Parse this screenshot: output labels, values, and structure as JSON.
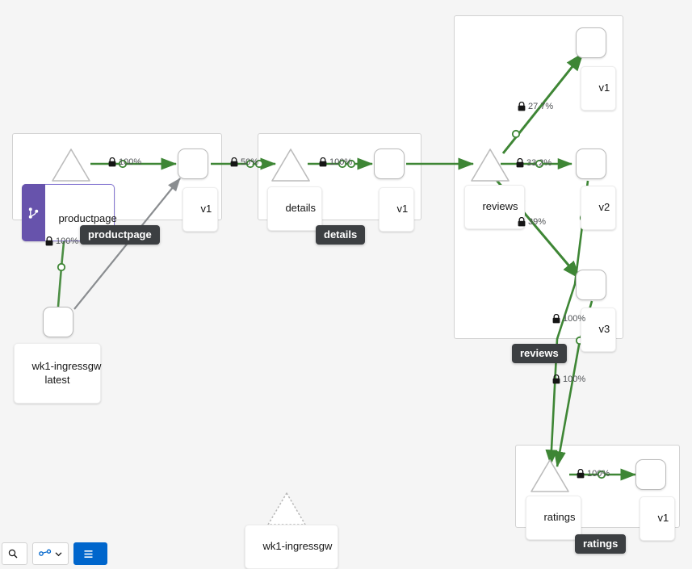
{
  "canvas": {
    "background": "#f5f5f5",
    "edge_color": "#3e8635",
    "edge_color_idle": "#8a8d90",
    "group_border": "#d2d2d2",
    "node_border": "#bcbcbc",
    "badge_color": "#6753ac",
    "tooltip_bg": "#3c3f42"
  },
  "groups": [
    {
      "id": "productpage",
      "label": "productpage"
    },
    {
      "id": "details",
      "label": "details"
    },
    {
      "id": "reviews",
      "label": "reviews"
    },
    {
      "id": "ratings",
      "label": "ratings"
    }
  ],
  "nodes": {
    "productpage_service": {
      "label": "productpage",
      "type": "service",
      "badge": "virtual-service-icon"
    },
    "productpage_v1": {
      "label": "v1",
      "type": "workload"
    },
    "details_service": {
      "label": "details",
      "type": "service"
    },
    "details_v1": {
      "label": "v1",
      "type": "workload"
    },
    "reviews_service": {
      "label": "reviews",
      "type": "service"
    },
    "reviews_v1": {
      "label": "v1",
      "type": "workload"
    },
    "reviews_v2": {
      "label": "v2",
      "type": "workload"
    },
    "reviews_v3": {
      "label": "v3",
      "type": "workload"
    },
    "ratings_service": {
      "label": "ratings",
      "type": "service"
    },
    "ratings_v1": {
      "label": "v1",
      "type": "workload"
    },
    "ingressgw_workload": {
      "label": "wk1-ingressgw\nlatest",
      "type": "workload"
    },
    "ingressgw_service": {
      "label": "wk1-ingressgw",
      "type": "service",
      "state": "idle"
    }
  },
  "edges": [
    {
      "id": "gw-to-productpage-svc",
      "label": "100%",
      "secured": true,
      "color": "#3e8635"
    },
    {
      "id": "gw-to-productpage-v1",
      "label": "",
      "secured": false,
      "color": "#8a8d90"
    },
    {
      "id": "productpage-svc-to-v1",
      "label": "100%",
      "secured": true,
      "color": "#3e8635"
    },
    {
      "id": "productpage-v1-to-details-svc",
      "label": "50%",
      "secured": true,
      "color": "#3e8635"
    },
    {
      "id": "details-svc-to-v1",
      "label": "100%",
      "secured": true,
      "color": "#3e8635"
    },
    {
      "id": "details-v1-to-reviews-svc",
      "label": "",
      "secured": false,
      "color": "#3e8635"
    },
    {
      "id": "reviews-svc-to-v1",
      "label": "27.7%",
      "secured": true,
      "color": "#3e8635"
    },
    {
      "id": "reviews-svc-to-v2",
      "label": "33.2%",
      "secured": true,
      "color": "#3e8635"
    },
    {
      "id": "reviews-svc-to-v3",
      "label": "39%",
      "secured": true,
      "color": "#3e8635"
    },
    {
      "id": "reviews-v2-to-ratings",
      "label": "",
      "secured": false,
      "color": "#3e8635"
    },
    {
      "id": "reviews-v3-to-ratings-svc",
      "label": "100%",
      "secured": true,
      "color": "#3e8635"
    },
    {
      "id": "reviews-v3-inner",
      "label": "100%",
      "secured": true,
      "color": "#3e8635"
    },
    {
      "id": "ratings-svc-to-v1",
      "label": "100%",
      "secured": true,
      "color": "#3e8635"
    }
  ],
  "toolbar": {
    "legend_label": "Legend",
    "zoom_label": "",
    "primary_label": ""
  }
}
